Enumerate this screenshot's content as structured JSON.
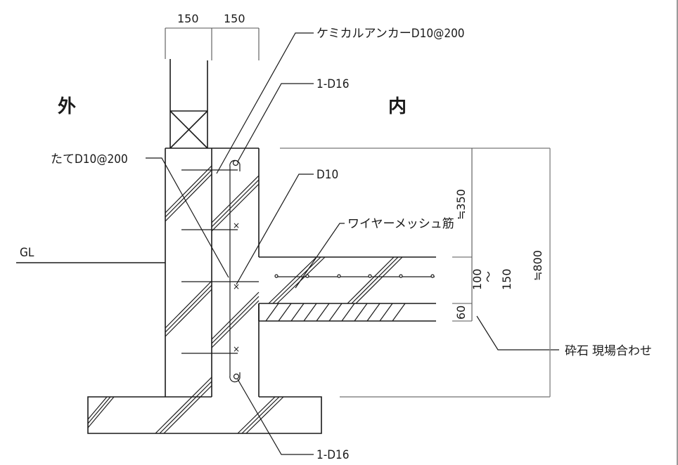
{
  "drawing": {
    "side_outside": "外",
    "side_inside": "内",
    "ground_level": "GL",
    "top_dimensions": [
      "150",
      "150"
    ],
    "labels": {
      "chemical_anchor": "ケミカルアンカーD10@200",
      "top_rebar": "1-D16",
      "vertical_rebar": "たてD10@200",
      "tie_bar": "D10",
      "wire_mesh": "ワイヤーメッシュ筋",
      "bottom_rebar": "1-D16",
      "crushed_stone": "砕石 現場合わせ"
    },
    "vertical_dimensions": {
      "upper": "≒350",
      "slab": "100～150",
      "slab_range_top": "100",
      "slab_range_sep": "～",
      "slab_range_bottom": "150",
      "gravel": "60",
      "total": "≒800"
    }
  }
}
